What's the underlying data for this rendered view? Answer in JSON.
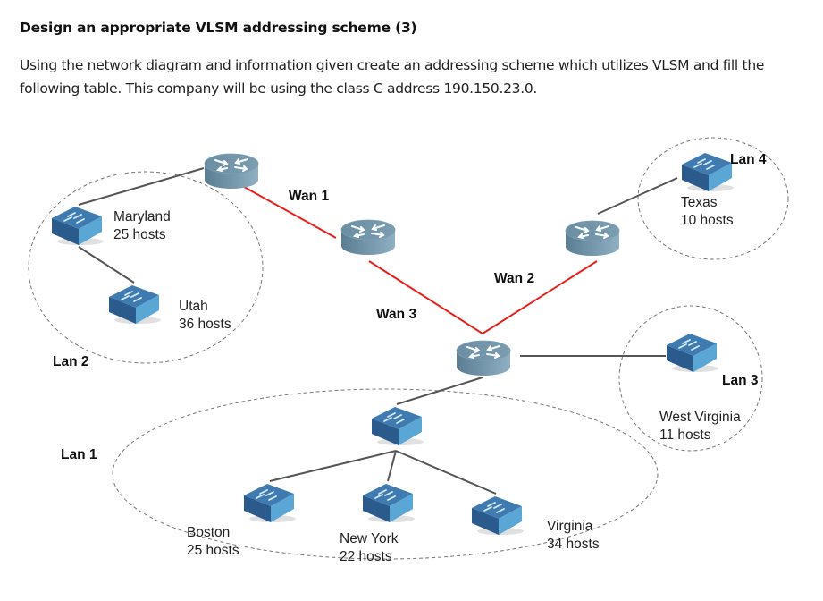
{
  "question": {
    "heading": "Design an appropriate VLSM addressing scheme (3)",
    "intro": "Using the network diagram and information given create an addressing scheme which utilizes VLSM and fill the following table. This company will be using the class C address 190.150.23.0."
  },
  "diagram": {
    "colors": {
      "wan_link": "#e8201c",
      "lan_link": "#555555",
      "router_body": "#6b8b9e",
      "switch_top": "#3f7bb0",
      "switch_front": "#5aa7d6",
      "switch_side": "#2a5b8c",
      "zone_border": "#777777"
    },
    "icons": {
      "router": "router-icon",
      "switch": "switch-icon"
    },
    "wans": [
      {
        "label": "Wan 1"
      },
      {
        "label": "Wan 2"
      },
      {
        "label": "Wan 3"
      }
    ],
    "lans": [
      {
        "label": "Lan 1"
      },
      {
        "label": "Lan 2"
      },
      {
        "label": "Lan 3"
      },
      {
        "label": "Lan 4"
      }
    ],
    "sites": {
      "maryland": {
        "name": "Maryland",
        "hosts": "25 hosts"
      },
      "utah": {
        "name": "Utah",
        "hosts": "36 hosts"
      },
      "texas": {
        "name": "Texas",
        "hosts": "10 hosts"
      },
      "west_virginia": {
        "name": "West Virginia",
        "hosts": "11 hosts"
      },
      "boston": {
        "name": "Boston",
        "hosts": "25 hosts"
      },
      "new_york": {
        "name": "New York",
        "hosts": "22 hosts"
      },
      "virginia": {
        "name": "Virginia",
        "hosts": "34 hosts"
      }
    }
  }
}
